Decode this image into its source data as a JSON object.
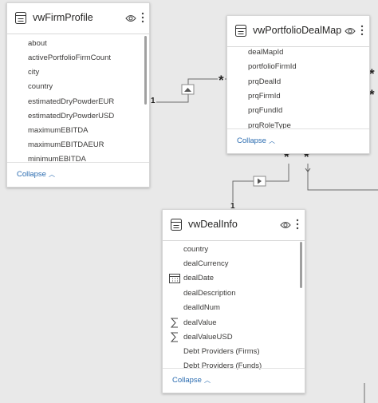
{
  "tables": {
    "firm_profile": {
      "title": "vwFirmProfile",
      "fields": [
        "about",
        "activePortfolioFirmCount",
        "city",
        "country",
        "estimatedDryPowderEUR",
        "estimatedDryPowderUSD",
        "maximumEBITDA",
        "maximumEBITDAEUR",
        "minimumEBITDA"
      ],
      "collapse_label": "Collapse"
    },
    "portfolio_deal_map": {
      "title": "vwPortfolioDealMap",
      "fields": [
        "dealMapId",
        "portfolioFirmId",
        "prqDealId",
        "prqFirmId",
        "prqFundId",
        "prqRoleType"
      ],
      "collapse_label": "Collapse"
    },
    "deal_info": {
      "title": "vwDealInfo",
      "fields": [
        {
          "name": "country",
          "icon": ""
        },
        {
          "name": "dealCurrency",
          "icon": ""
        },
        {
          "name": "dealDate",
          "icon": "calendar-icon"
        },
        {
          "name": "dealDescription",
          "icon": ""
        },
        {
          "name": "dealIdNum",
          "icon": ""
        },
        {
          "name": "dealValue",
          "icon": "sigma-icon"
        },
        {
          "name": "dealValueUSD",
          "icon": "sigma-icon"
        },
        {
          "name": "Debt Providers (Firms)",
          "icon": ""
        },
        {
          "name": "Debt Providers (Funds)",
          "icon": ""
        }
      ],
      "collapse_label": "Collapse"
    }
  },
  "relationships": {
    "one_label": "1",
    "many_label": "*"
  },
  "icons": {
    "table": "table-icon",
    "visibility": "eye-icon",
    "more": "more-options-icon",
    "collapse": "chevron-up-icon",
    "filter_direction": "arrow-icon"
  },
  "colors": {
    "canvas": "#e9e9e9",
    "card": "#ffffff",
    "link": "#2b6cb0",
    "line": "#6b6b6b"
  }
}
